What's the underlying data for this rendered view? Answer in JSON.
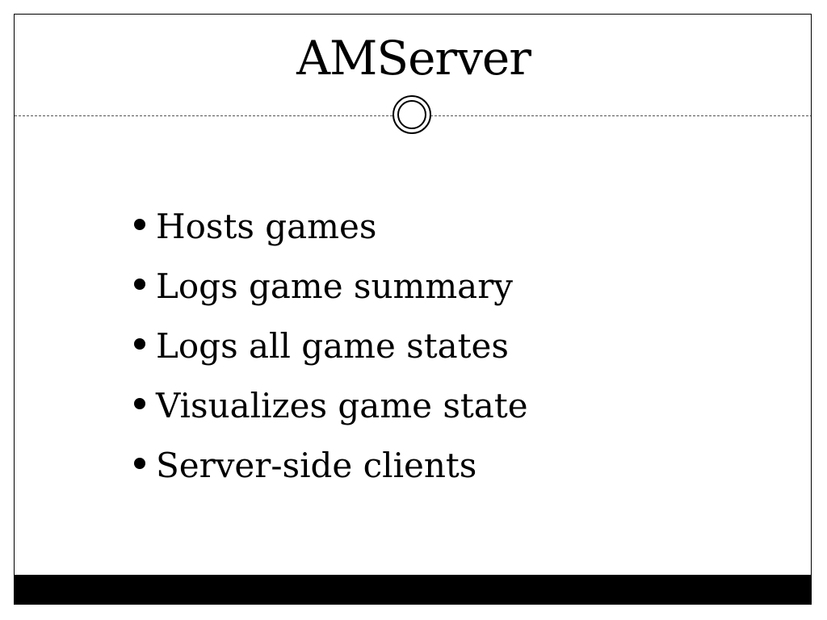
{
  "slide": {
    "title": "AMServer",
    "bullets": [
      "Hosts games",
      "Logs game summary",
      "Logs all game states",
      "Visualizes game state",
      "Server-side clients"
    ]
  },
  "theme": {
    "text_color": "#000000",
    "background_color": "#ffffff",
    "footer_bar_color": "#000000"
  },
  "icons": {
    "title_ornament": "double-circle-icon",
    "bullet_marker": "bullet-dot-icon"
  }
}
